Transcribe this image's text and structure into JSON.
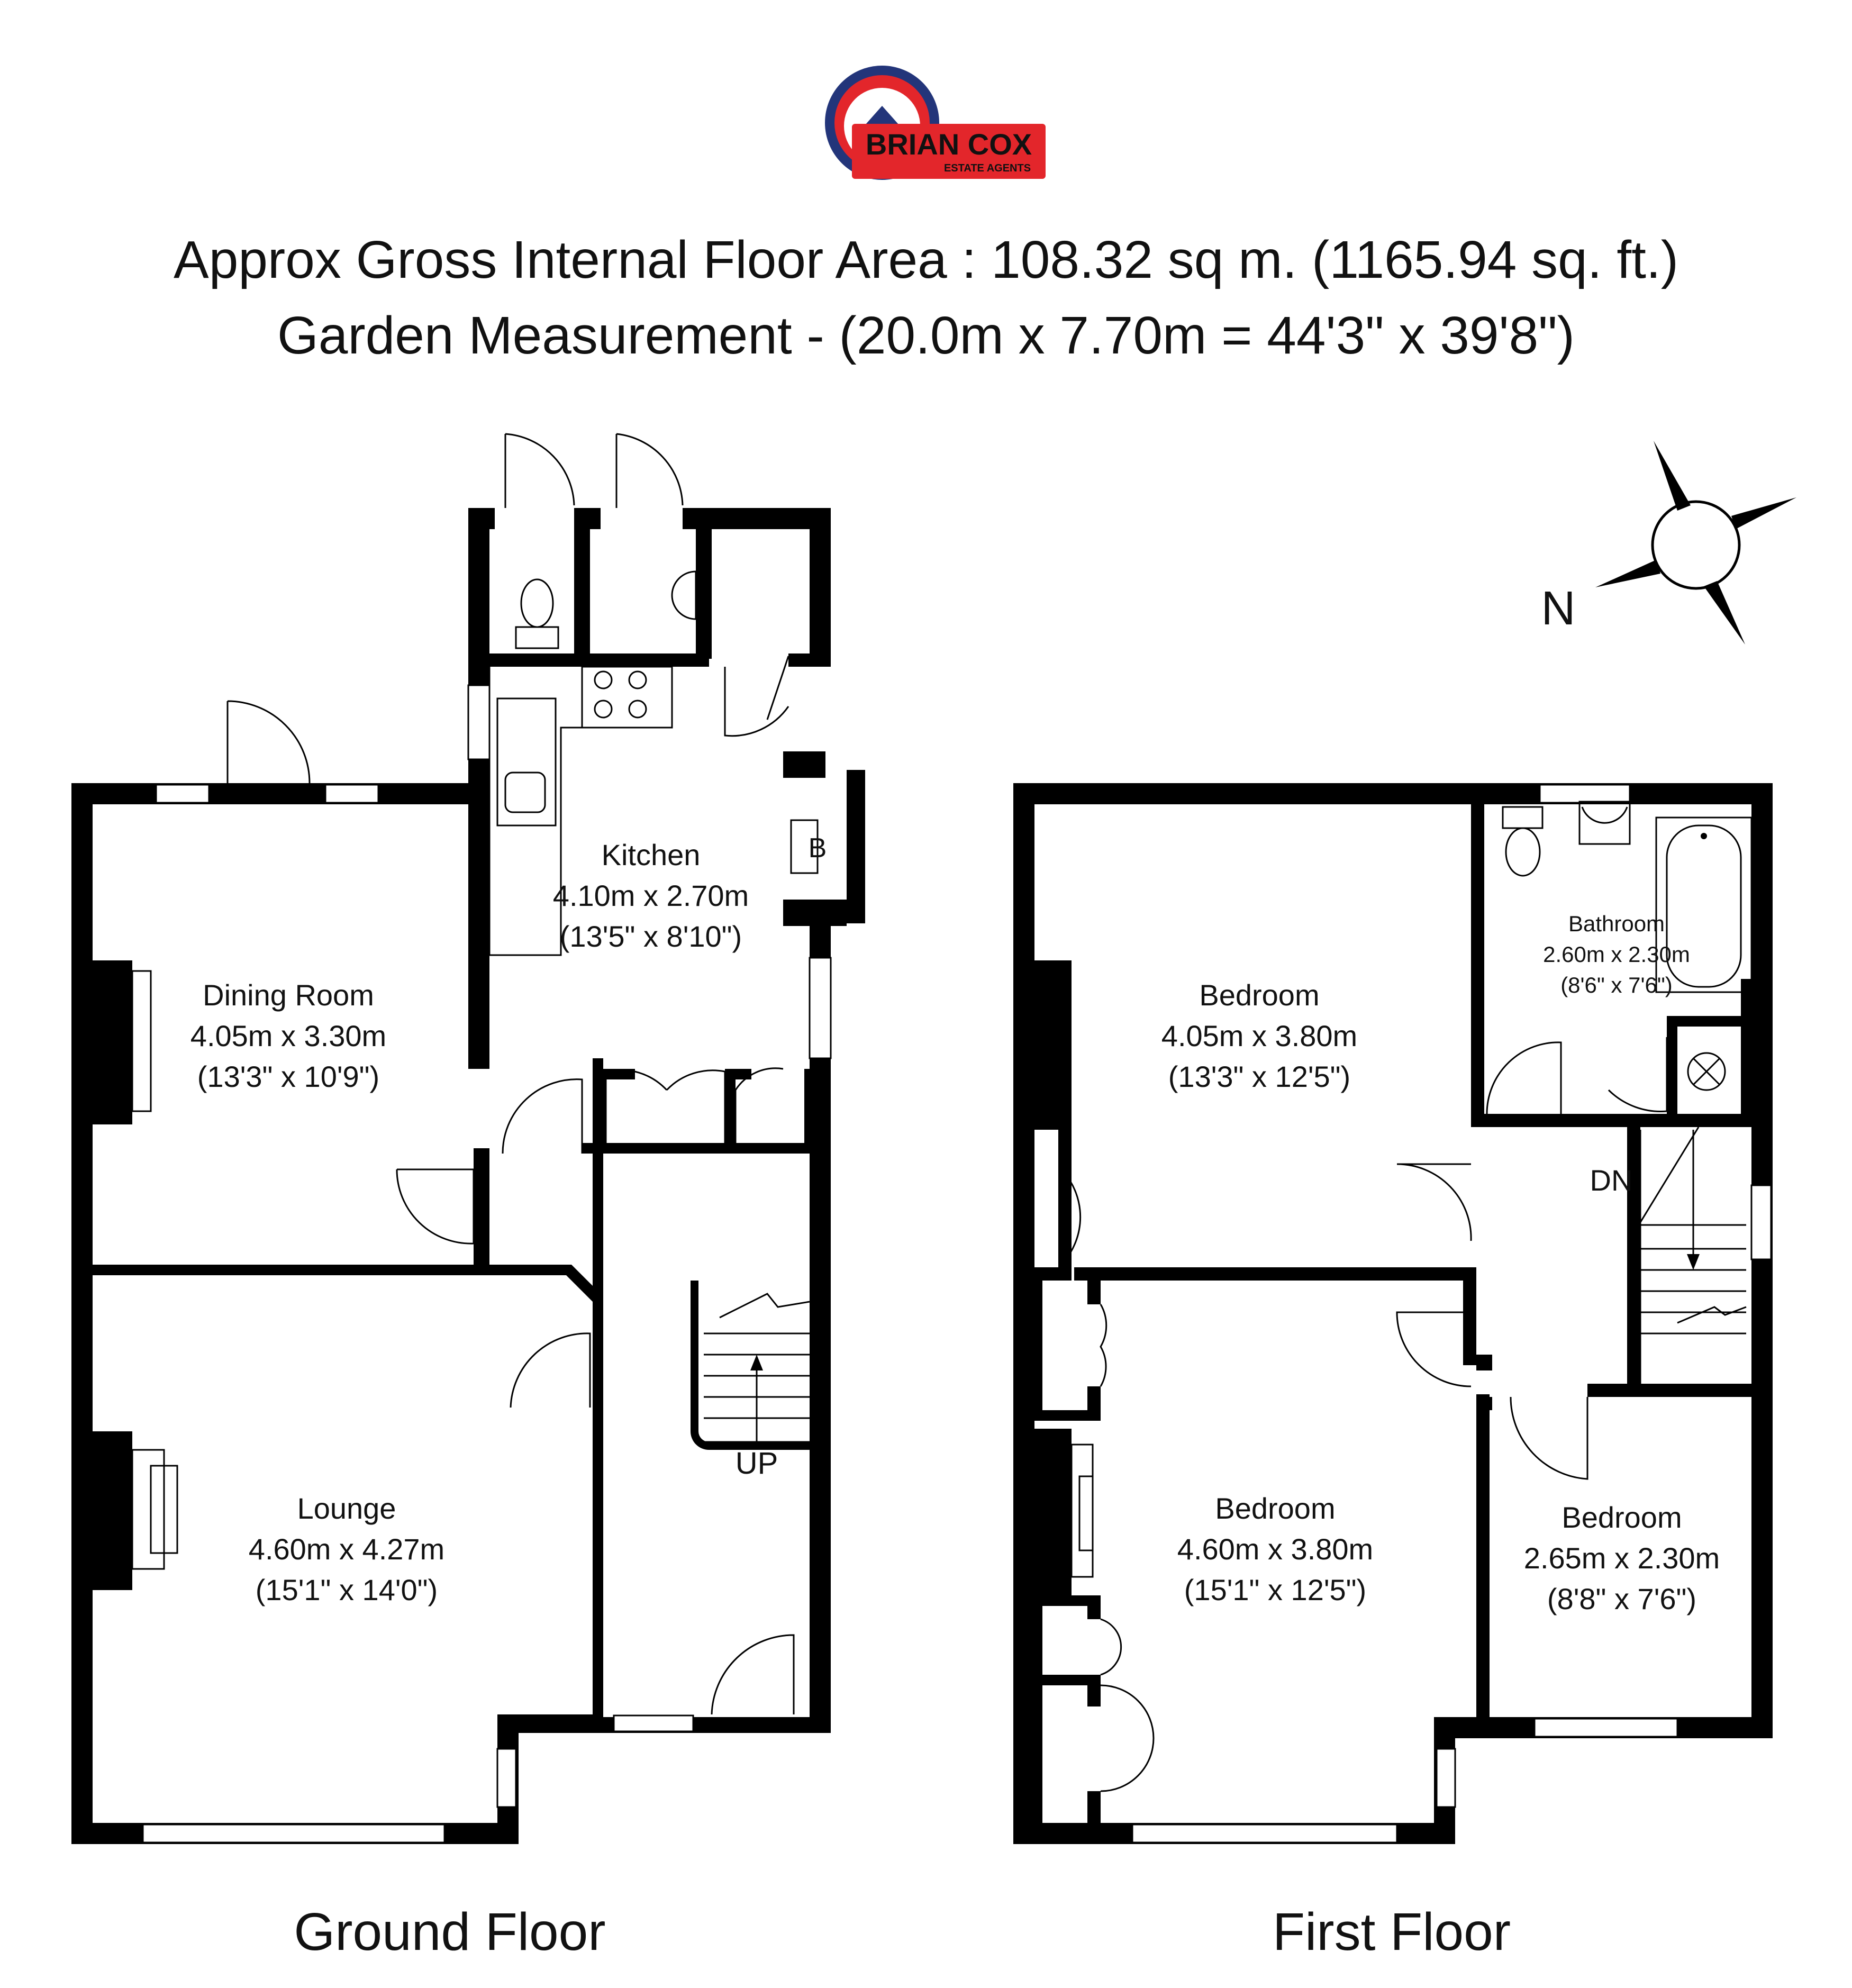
{
  "logo": {
    "name": "BRIAN COX",
    "subtitle": "ESTATE AGENTS",
    "color_red": "#e3262b",
    "color_blue": "#23357a"
  },
  "header": {
    "area": "Approx Gross Internal Floor Area : 108.32 sq m. (1165.94 sq. ft.)",
    "garden": "Garden Measurement - (20.0m x 7.70m = 44'3\" x 39'8\")"
  },
  "compass": {
    "label": "N"
  },
  "ground_floor": {
    "title": "Ground Floor",
    "stairs_label": "UP",
    "boiler_label": "B",
    "rooms": {
      "kitchen": {
        "name": "Kitchen",
        "metric": "4.10m x 2.70m",
        "imperial": "(13'5\" x 8'10\")"
      },
      "dining": {
        "name": "Dining Room",
        "metric": "4.05m x 3.30m",
        "imperial": "(13'3\" x 10'9\")"
      },
      "lounge": {
        "name": "Lounge",
        "metric": "4.60m x 4.27m",
        "imperial": "(15'1\" x 14'0\")"
      }
    }
  },
  "first_floor": {
    "title": "First Floor",
    "stairs_label": "DN",
    "rooms": {
      "bathroom": {
        "name": "Bathroom",
        "metric": "2.60m x 2.30m",
        "imperial": "(8'6\" x 7'6\")"
      },
      "bedroom1": {
        "name": "Bedroom",
        "metric": "4.05m x 3.80m",
        "imperial": "(13'3\" x 12'5\")"
      },
      "bedroom2": {
        "name": "Bedroom",
        "metric": "4.60m x 3.80m",
        "imperial": "(15'1\" x 12'5\")"
      },
      "bedroom3": {
        "name": "Bedroom",
        "metric": "2.65m x 2.30m",
        "imperial": "(8'8\" x 7'6\")"
      }
    }
  }
}
